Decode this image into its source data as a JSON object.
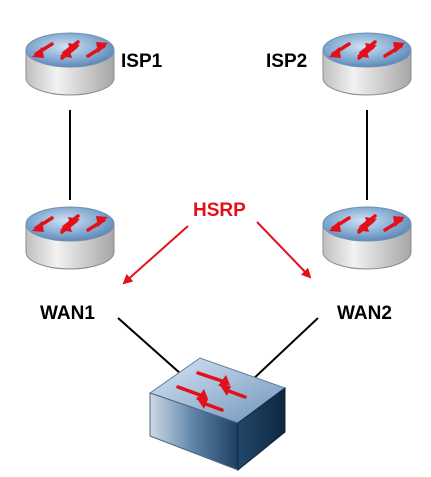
{
  "nodes": {
    "isp1": {
      "label": "ISP1",
      "icon": "router-icon"
    },
    "isp2": {
      "label": "ISP2",
      "icon": "router-icon"
    },
    "wan1": {
      "label": "WAN1",
      "icon": "router-icon"
    },
    "wan2": {
      "label": "WAN2",
      "icon": "router-icon"
    },
    "switch": {
      "label": "",
      "icon": "switch-icon"
    }
  },
  "protocol": {
    "label": "HSRP"
  },
  "colors": {
    "arrow": "#e3101a",
    "hsrp_text": "#e3101a",
    "link": "#000000",
    "router_top": "#7aa4cf",
    "router_body": "#d9d9d9",
    "switch_top": "#8ab0d6",
    "switch_front": "#2f5d86"
  }
}
